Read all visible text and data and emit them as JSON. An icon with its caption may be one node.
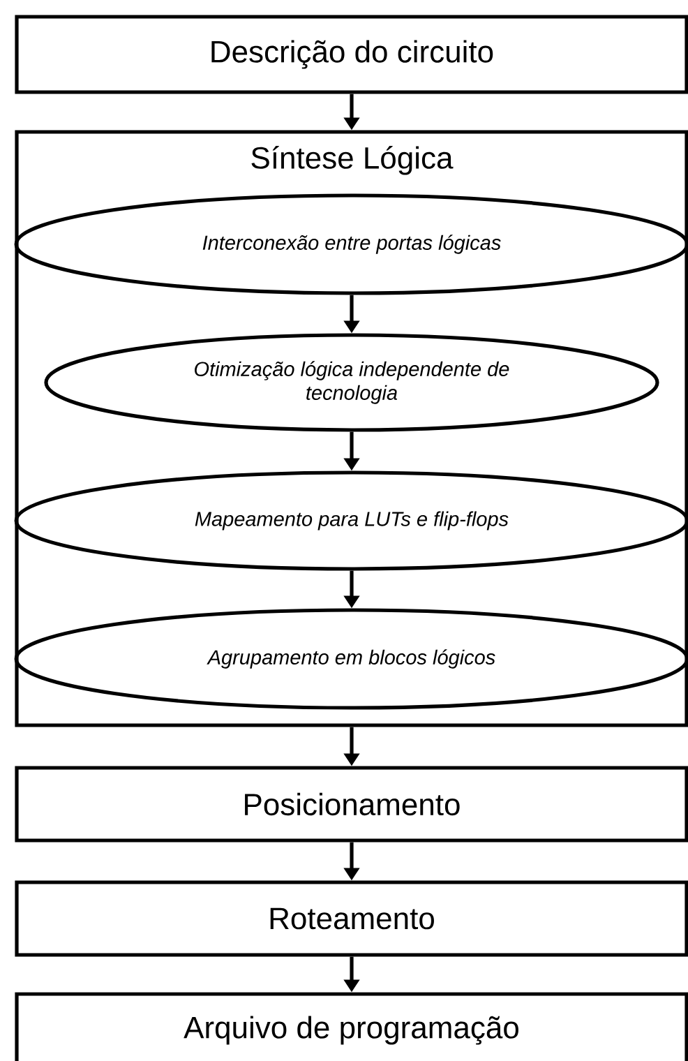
{
  "diagram": {
    "nodes": [
      {
        "text": [
          "Descrição do circuito"
        ]
      },
      {
        "text": [
          "Síntese Lógica"
        ]
      },
      {
        "text": [
          "Interconexão entre portas lógicas"
        ],
        "in": 1
      },
      {
        "text": [
          "Otimização lógica independente de tecnologia"
        ],
        "in": 1
      },
      {
        "text": [
          "Mapeamento para LUTs e flip-flops"
        ],
        "in": 1
      },
      {
        "text": [
          "Agrupamento em blocos lógicos"
        ],
        "in": 1
      },
      {
        "text": [
          "Posicionamento"
        ]
      },
      {
        "text": [
          "Roteamento"
        ]
      },
      {
        "text": [
          "Arquivo de programação"
        ]
      }
    ],
    "edges": [
      {
        "from": 0,
        "to": 1,
        "arrow": "to"
      },
      {
        "from": 2,
        "to": 3,
        "arrow": "to"
      },
      {
        "from": 3,
        "to": 4,
        "arrow": "to"
      },
      {
        "from": 4,
        "to": 5,
        "arrow": "to"
      },
      {
        "from": 1,
        "to": 6,
        "arrow": "to"
      },
      {
        "from": 6,
        "to": 7,
        "arrow": "to"
      },
      {
        "from": 7,
        "to": 8,
        "arrow": "to"
      }
    ]
  }
}
